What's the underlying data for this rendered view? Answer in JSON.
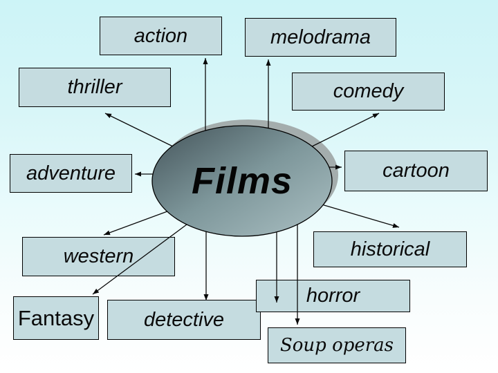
{
  "slide": {
    "center_label": "Films",
    "genres": [
      {
        "id": "action",
        "label": "action"
      },
      {
        "id": "melodrama",
        "label": "melodrama"
      },
      {
        "id": "thriller",
        "label": "thriller"
      },
      {
        "id": "comedy",
        "label": "comedy"
      },
      {
        "id": "adventure",
        "label": "adventure"
      },
      {
        "id": "cartoon",
        "label": "cartoon"
      },
      {
        "id": "western",
        "label": "western"
      },
      {
        "id": "historical",
        "label": "historical"
      },
      {
        "id": "fantasy",
        "label": "Fantasy"
      },
      {
        "id": "detective",
        "label": "detective"
      },
      {
        "id": "horror",
        "label": "horror"
      },
      {
        "id": "soup_operas",
        "label": "Soup operas"
      }
    ],
    "connections": [
      {
        "from": "films",
        "to": "action"
      },
      {
        "from": "films",
        "to": "melodrama"
      },
      {
        "from": "films",
        "to": "thriller"
      },
      {
        "from": "films",
        "to": "comedy"
      },
      {
        "from": "films",
        "to": "adventure"
      },
      {
        "from": "films",
        "to": "cartoon"
      },
      {
        "from": "films",
        "to": "western"
      },
      {
        "from": "films",
        "to": "historical"
      },
      {
        "from": "films",
        "to": "fantasy"
      },
      {
        "from": "films",
        "to": "detective"
      },
      {
        "from": "films",
        "to": "horror"
      },
      {
        "from": "films",
        "to": "soup_operas"
      }
    ],
    "colors": {
      "bg-top": "#cdf4f7",
      "bg-bottom": "#ffffff",
      "box-fill": "#c5dce0",
      "box-border": "#000000",
      "ellipse-dark": "#44545a",
      "ellipse-mid": "#7e979b",
      "ellipse-light": "#abc0c3",
      "ellipse-shadow": "#a4adad",
      "text": "#0a0a0a"
    }
  }
}
